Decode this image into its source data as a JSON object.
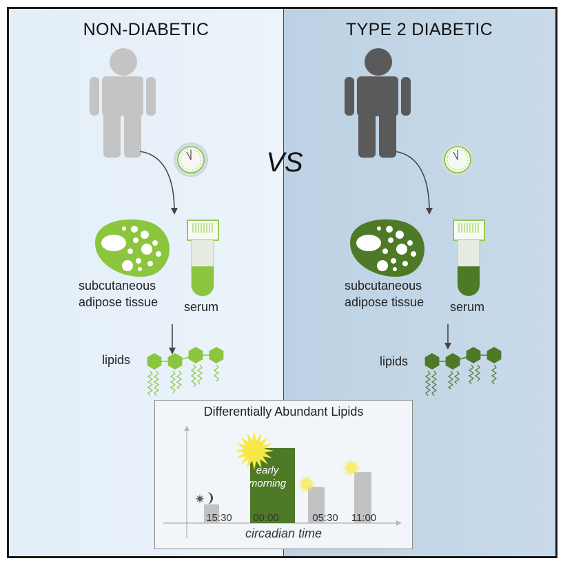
{
  "left_panel": {
    "heading": "NON-DIABETIC",
    "tissue_label_line1": "subcutaneous",
    "tissue_label_line2": "adipose tissue",
    "serum_label": "serum",
    "lipids_label": "lipids"
  },
  "right_panel": {
    "heading": "TYPE 2 DIABETIC",
    "tissue_label_line1": "subcutaneous",
    "tissue_label_line2": "adipose tissue",
    "serum_label": "serum",
    "lipids_label": "lipids"
  },
  "vs_label": "VS",
  "colors": {
    "healthy_green": "#8cc63f",
    "diabetic_green": "#4e7a27",
    "person_light": "#c4c4c4",
    "person_dark": "#5a5a5a",
    "bar_grey": "#c2c2c2",
    "bar_highlight": "#4e7a27",
    "sun_yellow": "#f7e84a"
  },
  "icons": [
    "person-icon",
    "clock-icon",
    "adipose-cell-icon",
    "test-tube-icon",
    "lipid-chain-icon",
    "moon-icon",
    "star-icon",
    "sun-icon"
  ],
  "inset": {
    "title": "Differentially Abundant Lipids",
    "annotation_line1": "early",
    "annotation_line2": "morning"
  },
  "chart_data": {
    "type": "bar",
    "title": "Differentially Abundant Lipids",
    "xlabel": "circadian time",
    "ylabel": "",
    "categories": [
      "15:30",
      "00:00",
      "05:30",
      "11:00"
    ],
    "values": [
      0.25,
      1.0,
      0.48,
      0.68
    ],
    "ylim": [
      0,
      1.1
    ],
    "highlight": "00:00",
    "grid": false,
    "legend": "none"
  }
}
